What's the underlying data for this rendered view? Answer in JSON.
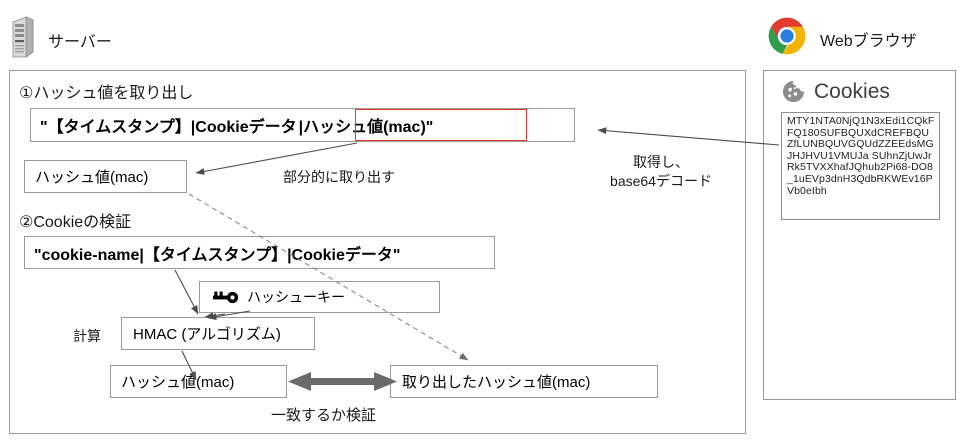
{
  "server": {
    "icon": "server-tower-icon",
    "label": "サーバー"
  },
  "browser": {
    "icon": "chrome-logo-icon",
    "label": "Webブラウザ"
  },
  "diagram": {
    "step1": {
      "label": "①ハッシュ値を取り出し",
      "cookie_string": "\"【タイムスタンプ】|Cookieデータ|ハッシュ値(mac)\"",
      "cookie_string_prefix": "\"【タイムスタンプ】|Cookieデータ",
      "cookie_string_highlight": "|ハッシュ値(mac)\"",
      "extracted_mac": "ハッシュ値(mac)",
      "extract_note": "部分的に取り出す"
    },
    "step2": {
      "label": "②Cookieの検証",
      "verify_string": "\"cookie-name|【タイムスタンプ】|Cookieデータ\"",
      "hash_key": "ハッシューキー",
      "hash_key_icon": "key-icon",
      "compute_label": "計算",
      "hmac": "HMAC (アルゴリズム)",
      "computed_mac": "ハッシュ値(mac)",
      "extracted_mac": "取り出したハッシュ値(mac)",
      "compare_note": "一致するか検証"
    },
    "fetch_note_line1": "取得し、",
    "fetch_note_line2": "base64デコード"
  },
  "cookies": {
    "icon": "cookie-icon",
    "title": "Cookies",
    "value": "MTY1NTA0NjQ1N3xEdi1CQkFFQ180SUFBQUXdCREFBQUZfLUNBQUVGQUdZZEEdsMGJHJHVU1VMUJa SUhnZjUwJrRk5TVXXhafJQhub2Pi68-DO8_1uEVp3dnH3QdbRKWEv16PVb0eIbh"
  },
  "colors": {
    "border": "#9a9a9a",
    "highlight": "#e8372b",
    "arrow": "#4d4d4d",
    "thick_arrow": "#595959"
  }
}
